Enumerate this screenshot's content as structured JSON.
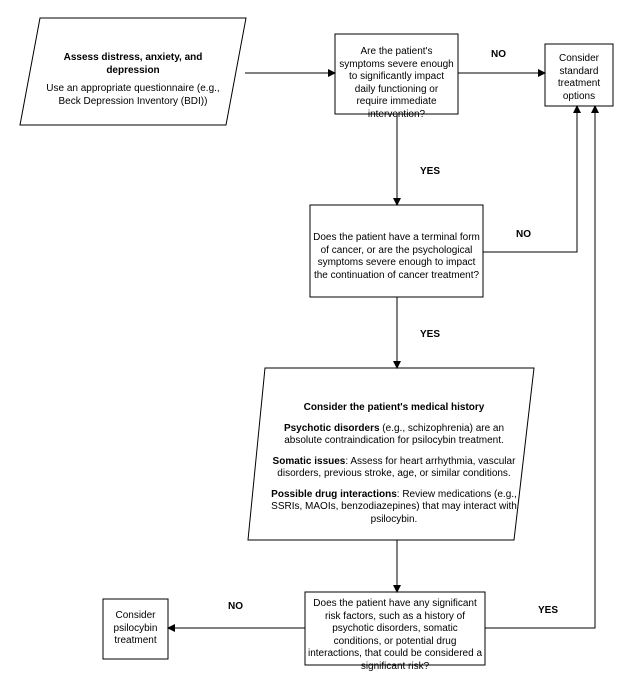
{
  "nodes": {
    "assess": {
      "title": "Assess distress, anxiety, and depression",
      "body": "Use an appropriate questionnaire (e.g., Beck Depression Inventory (BDI))"
    },
    "q_severe": {
      "text": "Are the patient's symptoms severe enough to significantly impact daily functioning or require immediate intervention?"
    },
    "standard": {
      "text": "Consider standard treatment options"
    },
    "q_terminal": {
      "text": "Does the patient have a terminal form of cancer, or are the psychological symptoms severe enough to impact the continuation of cancer treatment?"
    },
    "history": {
      "title": "Consider the patient's medical history",
      "item1_label": "Psychotic disorders",
      "item1_text": " (e.g., schizophrenia) are an absolute contraindication for psilocybin treatment.",
      "item2_label": "Somatic issues",
      "item2_text": ": Assess for heart arrhythmia, vascular disorders, previous stroke, age, or similar conditions.",
      "item3_label": "Possible drug interactions",
      "item3_text": ": Review medications (e.g., SSRIs, MAOIs, benzodiazepines) that may interact with psilocybin."
    },
    "q_risk": {
      "text": "Does the patient have any significant risk factors, such as a history of psychotic disorders, somatic conditions, or potential drug interactions, that could be considered a significant risk?"
    },
    "psilocybin": {
      "text": "Consider psilocybin treatment"
    }
  },
  "edges": {
    "severe_no": "NO",
    "severe_yes": "YES",
    "terminal_no": "NO",
    "terminal_yes": "YES",
    "risk_no": "NO",
    "risk_yes": "YES"
  }
}
